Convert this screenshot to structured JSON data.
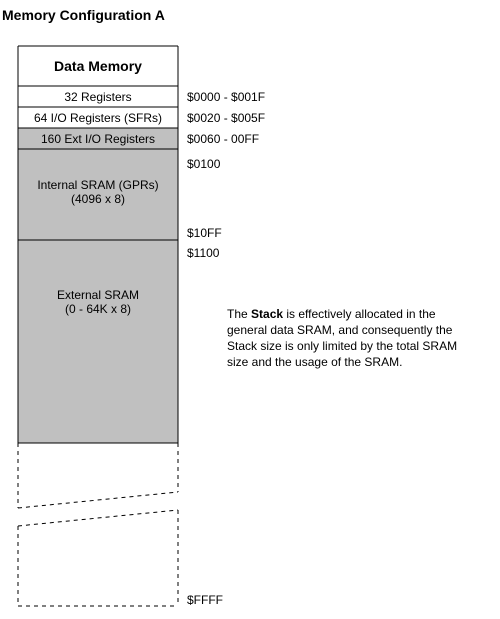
{
  "title": "Memory Configuration A",
  "memory_map": {
    "header": "Data Memory",
    "regions": [
      {
        "label": "32 Registers",
        "address": "$0000 - $001F",
        "shaded": false
      },
      {
        "label": "64 I/O Registers (SFRs)",
        "address": "$0020 - $005F",
        "shaded": false
      },
      {
        "label": "160 Ext I/O Registers",
        "address": "$0060 - 00FF",
        "shaded": true
      },
      {
        "label_line1": "Internal SRAM (GPRs)",
        "label_line2": "(4096 x 8)",
        "address_start": "$0100",
        "address_end": "$10FF",
        "shaded": true
      },
      {
        "label_line1": "External SRAM",
        "label_line2": "(0 - 64K x 8)",
        "address_start": "$1100",
        "shaded": true
      }
    ],
    "end_address": "$FFFF"
  },
  "note": {
    "prefix": "The ",
    "bold": "Stack",
    "suffix": " is effectively allocated in the general data SRAM, and consequently the Stack size is only limited by the total SRAM size and the usage of the SRAM."
  },
  "colors": {
    "shade": "#c0c0c0",
    "line": "#000000"
  }
}
